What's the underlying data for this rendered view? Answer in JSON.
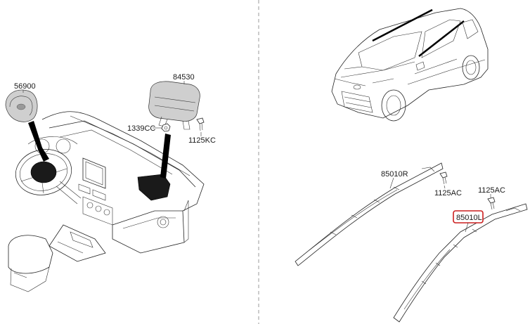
{
  "parts": {
    "steering_airbag": "56900",
    "passenger_airbag": "84530",
    "nut_passenger": "1339CC",
    "bolt_passenger": "1125KC",
    "curtain_right": "85010R",
    "bolt_right": "1125AC",
    "bolt_left": "1125AC",
    "curtain_left": "85010L"
  },
  "highlight": {
    "part": "85010L",
    "color": "#cc1f1f"
  },
  "colors": {
    "line": "#222222",
    "divider": "#9a9a9a",
    "module_fill": "#1a1a1a"
  }
}
